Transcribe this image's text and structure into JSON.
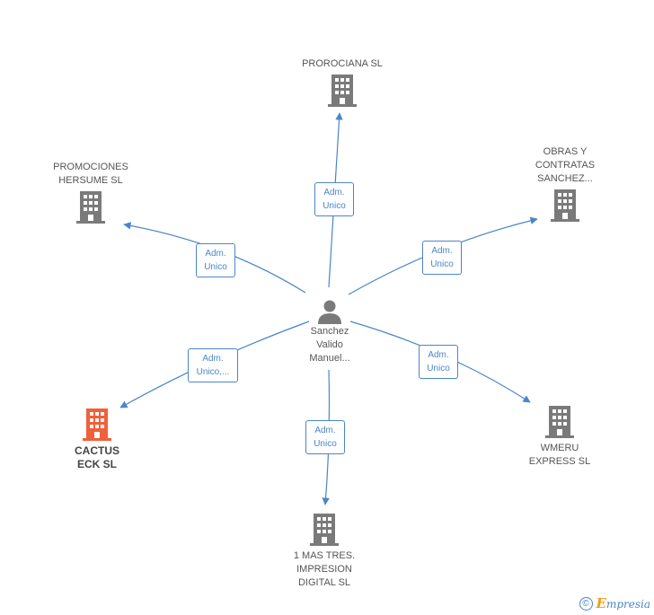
{
  "center": {
    "name": "Sanchez\nValido\nManuel..."
  },
  "nodes": [
    {
      "id": "prorociana",
      "name": "PROROCIANA SL",
      "role": "Adm.\nUnico",
      "highlight": false
    },
    {
      "id": "obras",
      "name": "OBRAS Y\nCONTRATAS\nSANCHEZ...",
      "role": "Adm.\nUnico",
      "highlight": false
    },
    {
      "id": "promociones",
      "name": "PROMOCIONES\nHERSUME  SL",
      "role": "Adm.\nUnico",
      "highlight": false
    },
    {
      "id": "wmeru",
      "name": "WMERU\nEXPRESS SL",
      "role": "Adm.\nUnico",
      "highlight": false
    },
    {
      "id": "cactus",
      "name": "CACTUS\nECK SL",
      "role": "Adm.\nUnico,...",
      "highlight": true
    },
    {
      "id": "masstres",
      "name": "1 MAS TRES.\nIMPRESION\nDIGITAL SL",
      "role": "Adm.\nUnico",
      "highlight": false
    }
  ],
  "colors": {
    "edge": "#4a86c8",
    "building": "#7a7a7a",
    "highlight": "#f0603a",
    "person": "#7a7a7a"
  },
  "footer": {
    "copyright": "©",
    "brand_initial": "E",
    "brand_rest": "mpresia"
  }
}
